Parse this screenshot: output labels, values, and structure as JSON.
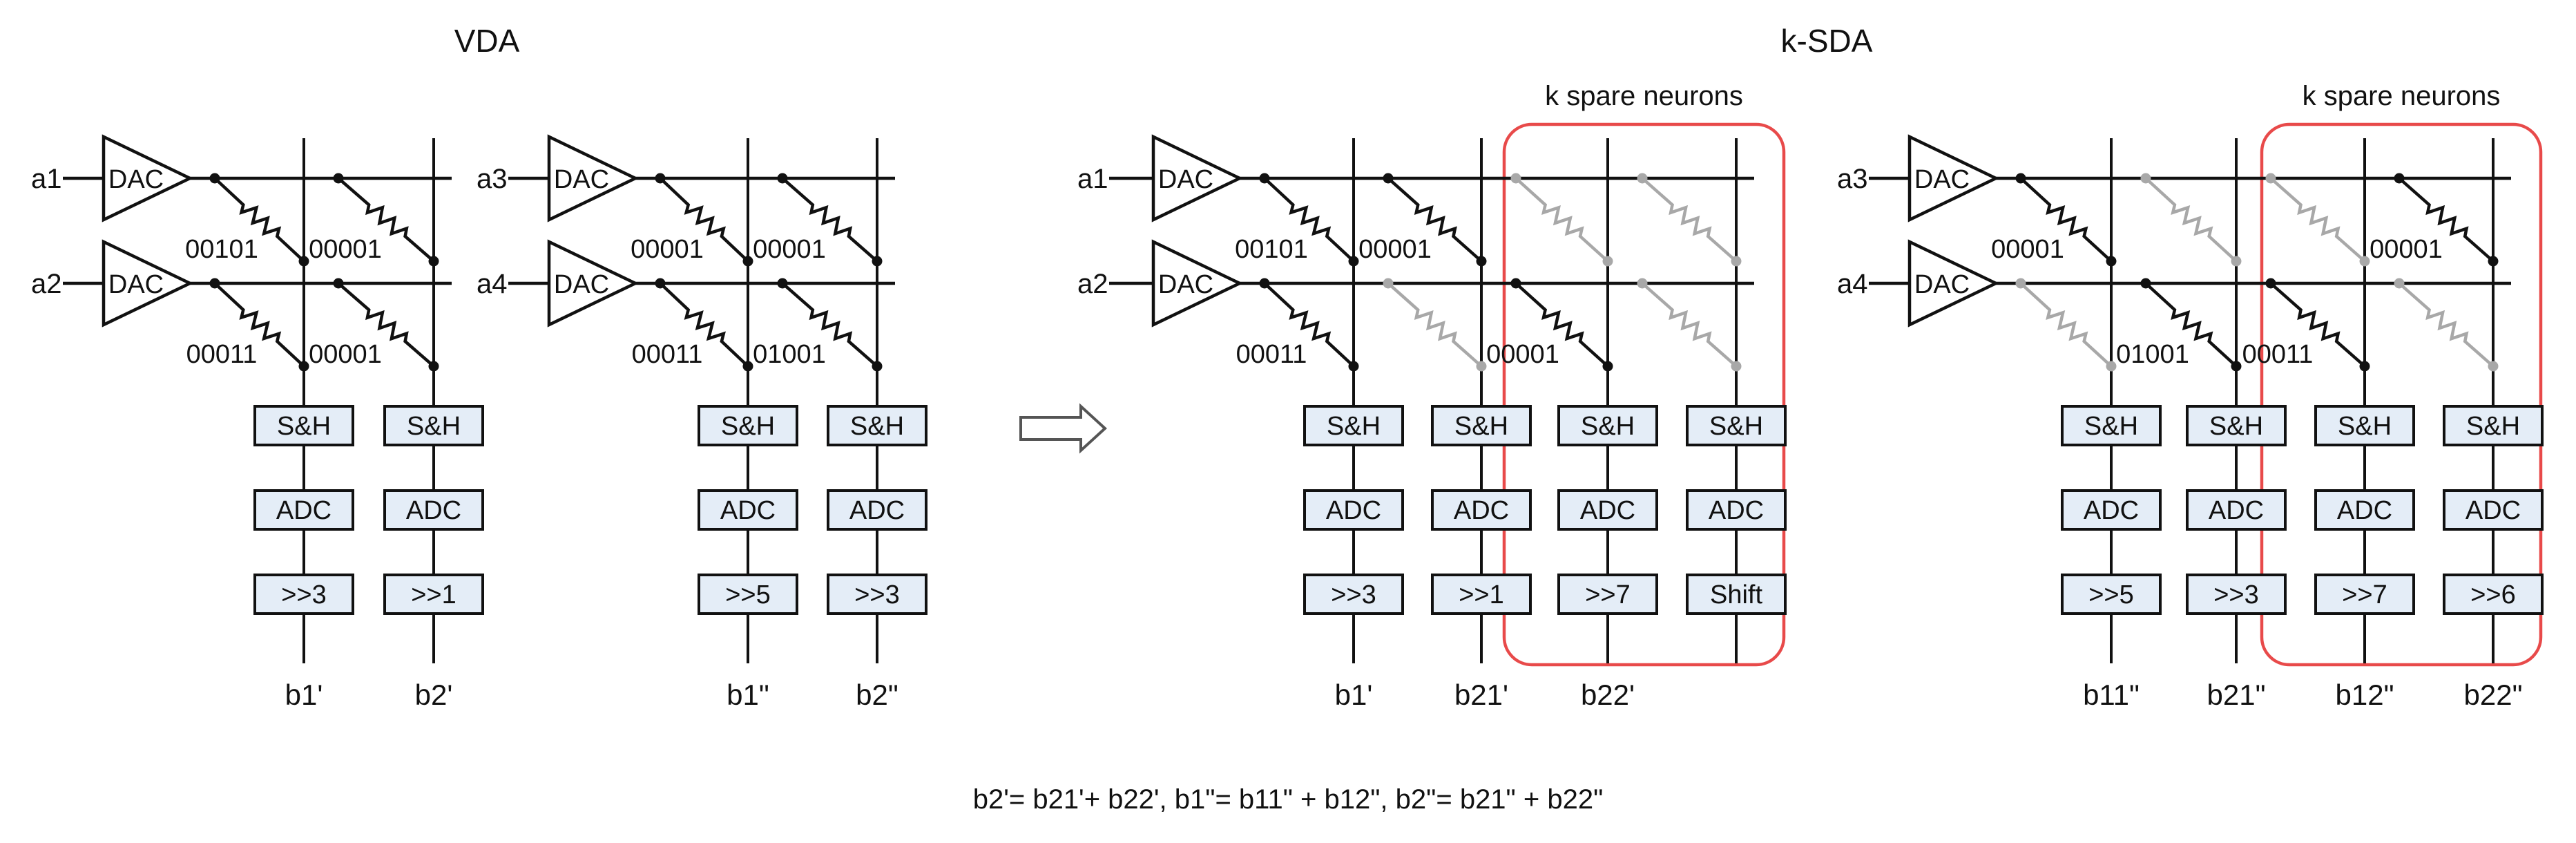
{
  "titles": {
    "vda": "VDA",
    "ksda": "k-SDA"
  },
  "spare_label": "k spare neurons",
  "blocks": {
    "sh": "S&H",
    "adc": "ADC",
    "dac": "DAC"
  },
  "equation": "b2'= b21'+ b22', b1\"= b11\" + b12\", b2\"= b21\" + b22\"",
  "colors": {
    "spare_box": "#e84a4a",
    "inactive": "#a8a8a8",
    "block_fill": "#e4edf7"
  },
  "panels": [
    {
      "name": "vda-left",
      "rows": [
        "a1",
        "a2"
      ],
      "columns": [
        {
          "output": "b1'",
          "shift": ">>3",
          "cells": [
            {
              "label": "00101",
              "on": true
            },
            {
              "label": "00011",
              "on": true
            }
          ]
        },
        {
          "output": "b2'",
          "shift": ">>1",
          "cells": [
            {
              "label": "00001",
              "on": true
            },
            {
              "label": "00001",
              "on": true
            }
          ]
        }
      ]
    },
    {
      "name": "vda-right",
      "rows": [
        "a3",
        "a4"
      ],
      "columns": [
        {
          "output": "b1\"",
          "shift": ">>5",
          "cells": [
            {
              "label": "00001",
              "on": true
            },
            {
              "label": "00011",
              "on": true
            }
          ]
        },
        {
          "output": "b2\"",
          "shift": ">>3",
          "cells": [
            {
              "label": "00001",
              "on": true
            },
            {
              "label": "01001",
              "on": true
            }
          ]
        }
      ]
    },
    {
      "name": "ksda-left",
      "rows": [
        "a1",
        "a2"
      ],
      "columns": [
        {
          "output": "b1'",
          "shift": ">>3",
          "cells": [
            {
              "label": "00101",
              "on": true
            },
            {
              "label": "00011",
              "on": true
            }
          ]
        },
        {
          "output": "b21'",
          "shift": ">>1",
          "cells": [
            {
              "label": "00001",
              "on": true
            },
            {
              "label": "",
              "on": false
            }
          ]
        },
        {
          "output": "b22'",
          "shift": ">>7",
          "cells": [
            {
              "label": "",
              "on": false
            },
            {
              "label": "00001",
              "on": true
            }
          ]
        },
        {
          "output": "",
          "shift": "Shift",
          "cells": [
            {
              "label": "",
              "on": false
            },
            {
              "label": "",
              "on": false
            }
          ]
        }
      ]
    },
    {
      "name": "ksda-right",
      "rows": [
        "a3",
        "a4"
      ],
      "columns": [
        {
          "output": "b11\"",
          "shift": ">>5",
          "cells": [
            {
              "label": "00001",
              "on": true
            },
            {
              "label": "",
              "on": false
            }
          ]
        },
        {
          "output": "b21\"",
          "shift": ">>3",
          "cells": [
            {
              "label": "",
              "on": false
            },
            {
              "label": "01001",
              "on": true
            }
          ]
        },
        {
          "output": "b12\"",
          "shift": ">>7",
          "cells": [
            {
              "label": "",
              "on": false
            },
            {
              "label": "00011",
              "on": true
            }
          ]
        },
        {
          "output": "b22\"",
          "shift": ">>6",
          "cells": [
            {
              "label": "00001",
              "on": true
            },
            {
              "label": "",
              "on": false
            }
          ]
        }
      ]
    }
  ]
}
